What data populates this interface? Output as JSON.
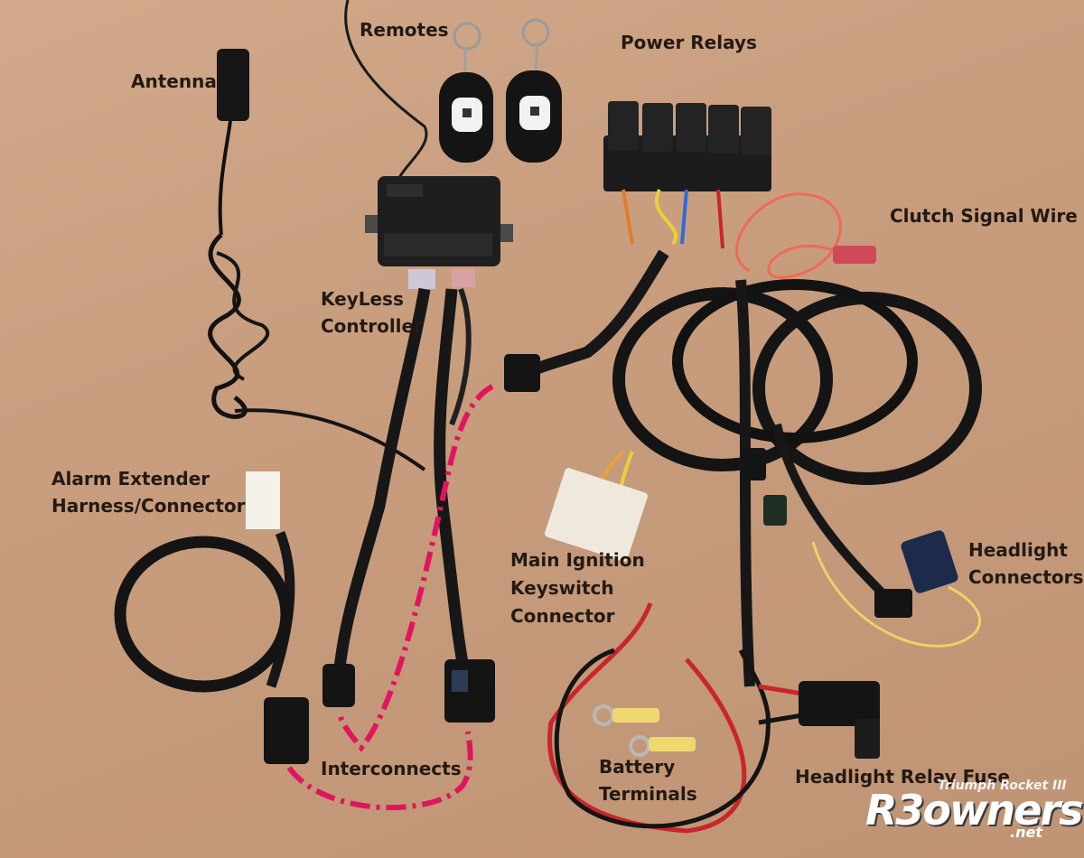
{
  "labels": {
    "remotes": "Remotes",
    "power_relays": "Power Relays",
    "antenna": "Antenna",
    "clutch_signal_wire": "Clutch Signal Wire",
    "keyless_controller_line1": "KeyLess",
    "keyless_controller_line2": "Controller",
    "alarm_extender_line1": "Alarm Extender",
    "alarm_extender_line2": "Harness/Connector",
    "main_ignition_line1": "Main Ignition",
    "main_ignition_line2": "Keyswitch",
    "main_ignition_line3": "Connector",
    "headlight_connectors_line1": "Headlight",
    "headlight_connectors_line2": "Connectors",
    "interconnects": "Interconnects",
    "battery_terminals_line1": "Battery",
    "battery_terminals_line2": "Terminals",
    "headlight_relay_fuse": "Headlight Relay Fuse"
  },
  "watermark": {
    "tagline": "Triumph Rocket III",
    "logo_text": "R3owners",
    "domain": ".net"
  },
  "colors": {
    "background_wood": "#c89e7f",
    "label_text": "#241a14",
    "interconnect_dashes": "#e0155f",
    "red_wire": "#c8262a",
    "clutch_wire": "#f06a55",
    "yellow_wire": "#e8d36a"
  }
}
